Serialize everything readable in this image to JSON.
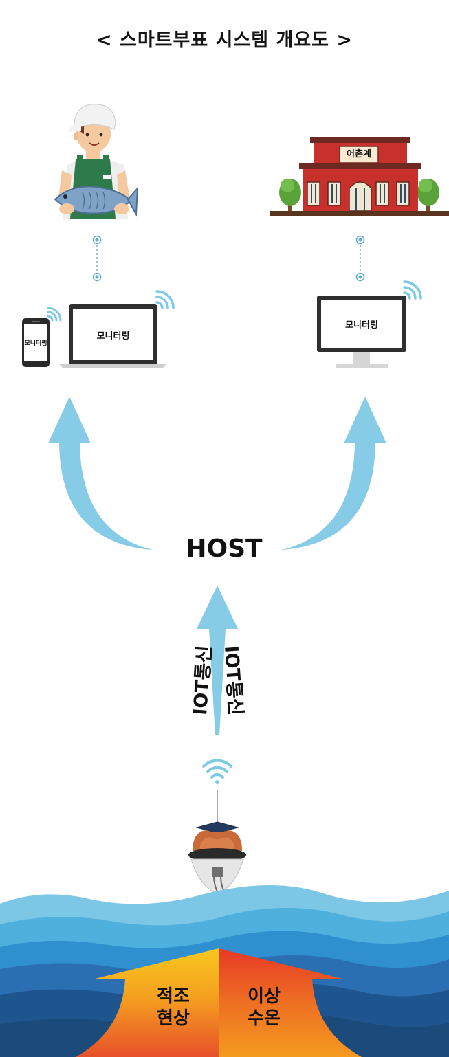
{
  "title": "< 스마트부표 시스템 개요도 >",
  "host_label": "HOST",
  "building_sign": "어촌계",
  "phone_screen": "모니터링",
  "laptop_screen": "모니터링",
  "monitor_screen": "모니터링",
  "iot_left": "IOT통신",
  "iot_right": "IOT통신",
  "sea_left": [
    "적조",
    "현상"
  ],
  "sea_right": [
    "이상",
    "수온"
  ],
  "colors": {
    "arrow": "#86cce6",
    "screen_frame": "#333333",
    "building": "#c8302c",
    "sea_light": "#7cc6e6",
    "sea_dark": "#1b4b7a",
    "heat_yellow": "#f7c81e",
    "heat_red": "#e73a26"
  }
}
